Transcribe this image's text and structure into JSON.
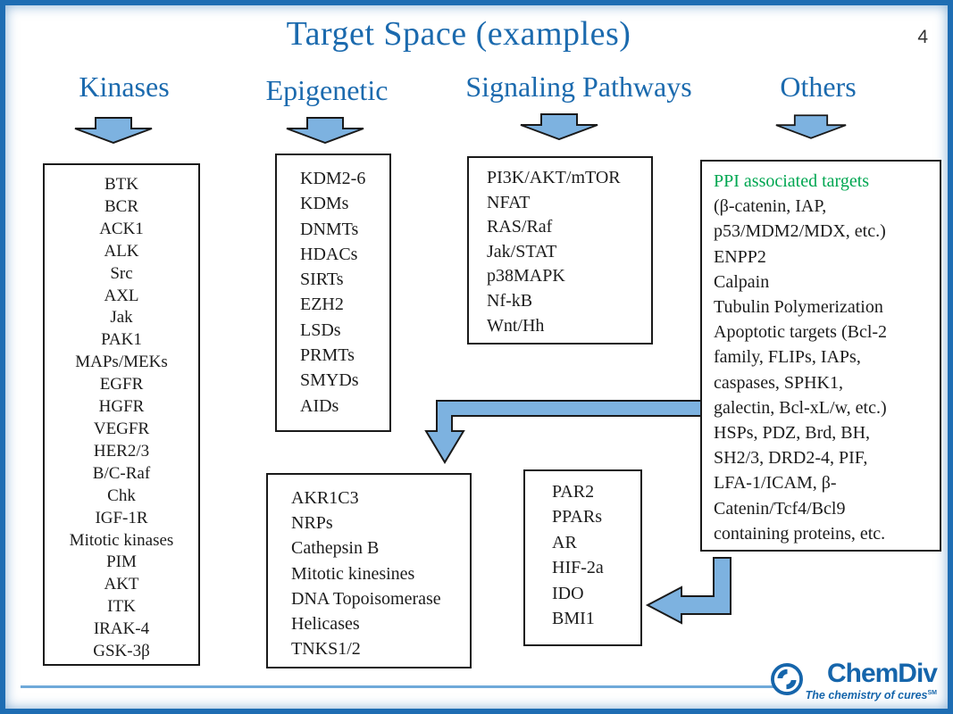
{
  "slide": {
    "title": "Target Space (examples)",
    "page_number": "4"
  },
  "categories": [
    {
      "header": "Kinases",
      "items": [
        "BTK",
        "BCR",
        "ACK1",
        "ALK",
        "Src",
        "AXL",
        "Jak",
        "PAK1",
        "MAPs/MEKs",
        "EGFR",
        "HGFR",
        "VEGFR",
        "HER2/3",
        "B/C-Raf",
        "Chk",
        "IGF-1R",
        "Mitotic kinases",
        "PIM",
        "AKT",
        "ITK",
        "IRAK-4",
        "GSK-3β"
      ]
    },
    {
      "header": "Epigenetic",
      "items": [
        "KDM2-6",
        "KDMs",
        "DNMTs",
        "HDACs",
        "SIRTs",
        "EZH2",
        "LSDs",
        "PRMTs",
        "SMYDs",
        "AIDs"
      ]
    },
    {
      "header": "Signaling Pathways",
      "items": [
        "PI3K/AKT/mTOR",
        "NFAT",
        "RAS/Raf",
        "Jak/STAT",
        "p38MAPK",
        "Nf-kB",
        "Wnt/Hh"
      ]
    },
    {
      "header": "Others",
      "highlight": "PPI associated targets",
      "items": [
        "(β-catenin, IAP,",
        "p53/MDM2/MDX, etc.)",
        "ENPP2",
        "Calpain",
        "Tubulin Polymerization",
        "Apoptotic targets (Bcl-2",
        "family, FLIPs, IAPs,",
        "caspases, SPHK1,",
        "galectin, Bcl-xL/w, etc.)",
        "HSPs, PDZ, Brd, BH,",
        "SH2/3, DRD2-4, PIF,",
        "LFA-1/ICAM, β-",
        "Catenin/Tcf4/Bcl9",
        "containing proteins, etc."
      ]
    }
  ],
  "derived_boxes": [
    {
      "items": [
        "AKR1C3",
        "NRPs",
        "Cathepsin B",
        "Mitotic kinesines",
        "DNA Topoisomerase",
        "Helicases",
        "TNKS1/2"
      ]
    },
    {
      "items": [
        "PAR2",
        "PPARs",
        "AR",
        "HIF-2a",
        "IDO",
        "BMI1"
      ]
    }
  ],
  "logo": {
    "name": "ChemDiv",
    "tagline": "The chemistry of cures",
    "mark": "SM"
  },
  "icons": {
    "down_arrow": "block-arrow-down",
    "bent_arrow_to_akr": "bent-block-arrow-left-then-down",
    "bent_arrow_to_par": "bent-block-arrow-down-then-left"
  },
  "colors": {
    "accent_blue": "#1b6aae",
    "arrow_fill": "#7db2e0",
    "arrow_outline": "#1a1a1a",
    "highlight_green": "#00a651",
    "logo_blue": "#1565ab",
    "rule_blue": "#6fa9d9",
    "border_blue": "#1e6db3"
  }
}
